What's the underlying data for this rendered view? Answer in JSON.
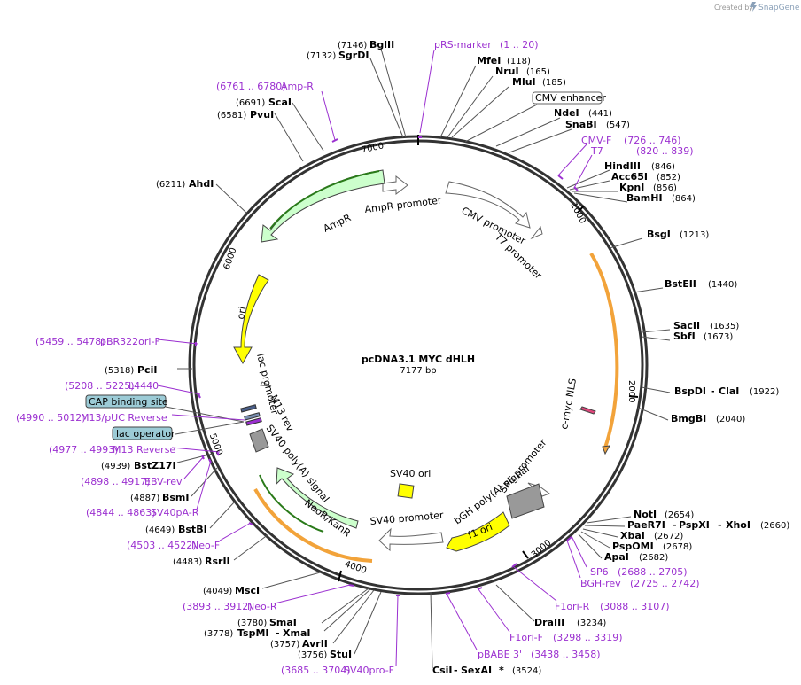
{
  "credit": {
    "created_by": "Created by",
    "brand": "SnapGene"
  },
  "plasmid": {
    "name": "pcDNA3.1 MYC dHLH",
    "size": "7177 bp"
  },
  "colors": {
    "primer": "#9b30d0",
    "ori": "#ffff00",
    "ampr": "#ccffcc",
    "neo": "#ccffcc",
    "orf": "#f2a33a",
    "boxed_feature": "#9ccbd6"
  },
  "sites": {
    "bglII": {
      "pos": "(7146)",
      "name": "BglII"
    },
    "sgrDI": {
      "pos": "(7132)",
      "name": "SgrDI"
    },
    "prs": {
      "name": "pRS-marker",
      "pos": "(1 .. 20)"
    },
    "mfeI": {
      "name": "MfeI",
      "pos": "(118)"
    },
    "nruI": {
      "name": "NruI",
      "pos": "(165)"
    },
    "mluI": {
      "name": "MluI",
      "pos": "(185)"
    },
    "cmv_enh": {
      "name": "CMV enhancer"
    },
    "ndeI": {
      "name": "NdeI",
      "pos": "(441)"
    },
    "snaBI": {
      "name": "SnaBI",
      "pos": "(547)"
    },
    "cmvf": {
      "name": "CMV-F",
      "pos": "(726 .. 746)"
    },
    "t7": {
      "name": "T7",
      "pos": "(820 .. 839)"
    },
    "hindIII": {
      "name": "HindIII",
      "pos": "(846)"
    },
    "acc65I": {
      "name": "Acc65I",
      "pos": "(852)"
    },
    "kpnI": {
      "name": "KpnI",
      "pos": "(856)"
    },
    "bamHI": {
      "name": "BamHI",
      "pos": "(864)"
    },
    "bsgI": {
      "name": "BsgI",
      "pos": "(1213)"
    },
    "bstEII": {
      "name": "BstEII",
      "pos": "(1440)"
    },
    "sacII": {
      "name": "SacII",
      "pos": "(1635)"
    },
    "sbfI": {
      "name": "SbfI",
      "pos": "(1673)"
    },
    "bspDI": {
      "name": "BspDI",
      "name2": "ClaI",
      "pos": "(1922)"
    },
    "bmgBI": {
      "name": "BmgBI",
      "pos": "(2040)"
    },
    "notI": {
      "name": "NotI",
      "pos": "(2654)"
    },
    "paeR7I": {
      "name": "PaeR7I",
      "name2": "PspXI",
      "name3": "XhoI",
      "pos": "(2660)"
    },
    "xbaI": {
      "name": "XbaI",
      "pos": "(2672)"
    },
    "pspOMI": {
      "name": "PspOMI",
      "pos": "(2678)"
    },
    "apaI": {
      "name": "ApaI",
      "pos": "(2682)"
    },
    "sp6": {
      "name": "SP6",
      "pos": "(2688 .. 2705)"
    },
    "bghrev": {
      "name": "BGH-rev",
      "pos": "(2725 .. 2742)"
    },
    "f1orir": {
      "name": "F1ori-R",
      "pos": "(3088 .. 3107)"
    },
    "draIII": {
      "name": "DraIII",
      "pos": "(3234)"
    },
    "f1orif": {
      "name": "F1ori-F",
      "pos": "(3298 .. 3319)"
    },
    "pbabe": {
      "name": "pBABE 3'",
      "pos": "(3438 .. 3458)"
    },
    "csiI": {
      "name": "CsiI",
      "name2": "SexAI",
      "star": "*",
      "pos": "(3524)"
    },
    "sv40pro": {
      "pos": "(3685 .. 3704)",
      "name": "SV40pro-F"
    },
    "stuI": {
      "pos": "(3756)",
      "name": "StuI"
    },
    "avrII": {
      "pos": "(3757)",
      "name": "AvrII"
    },
    "tspMI": {
      "pos": "(3778)",
      "name": "TspMI",
      "name2": "XmaI"
    },
    "smaI": {
      "pos": "(3780)",
      "name": "SmaI"
    },
    "neor": {
      "pos": "(3893 .. 3912)",
      "name": "Neo-R"
    },
    "mscI": {
      "pos": "(4049)",
      "name": "MscI"
    },
    "rsrII": {
      "pos": "(4483)",
      "name": "RsrII"
    },
    "neof": {
      "pos": "(4503 .. 4522)",
      "name": "Neo-F"
    },
    "bstBI": {
      "pos": "(4649)",
      "name": "BstBI"
    },
    "sv40pa": {
      "pos": "(4844 .. 4863)",
      "name": "SV40pA-R"
    },
    "bsmI": {
      "pos": "(4887)",
      "name": "BsmI"
    },
    "ebv": {
      "pos": "(4898 .. 4917)",
      "name": "EBV-rev"
    },
    "bstZ17I": {
      "pos": "(4939)",
      "name": "BstZ17I"
    },
    "m13rev": {
      "pos": "(4977 .. 4993)",
      "name": "M13 Reverse"
    },
    "lacop": {
      "name": "lac operator"
    },
    "m13puc": {
      "pos": "(4990 .. 5012)",
      "name": "M13/pUC Reverse"
    },
    "cap": {
      "name": "CAP binding site"
    },
    "l4440": {
      "pos": "(5208 .. 5225)",
      "name": "L4440"
    },
    "pciI": {
      "pos": "(5318)",
      "name": "PciI"
    },
    "pbr": {
      "pos": "(5459 .. 5478)",
      "name": "pBR322ori-F"
    },
    "ahdI": {
      "pos": "(6211)",
      "name": "AhdI"
    },
    "pvuI": {
      "pos": "(6581)",
      "name": "PvuI"
    },
    "scaI": {
      "pos": "(6691)",
      "name": "ScaI"
    },
    "ampr": {
      "pos": "(6761 .. 6780)",
      "name": "Amp-R"
    }
  },
  "features": {
    "cmv_promoter": "CMV promoter",
    "t7_promoter": "T7 promoter",
    "cmyc_nls": "c-myc NLS",
    "sp6_promoter": "SP6 promoter",
    "bgh": "bGH poly(A) signal",
    "f1ori": "f1 ori",
    "sv40_promoter": "SV40 promoter",
    "sv40_ori": "SV40 ori",
    "neo": "NeoR/KanR",
    "sv40pa_signal": "SV40 poly(A) signal",
    "m13rev": "M13 rev",
    "lac_promoter": "lac promoter",
    "ori": "ori",
    "ampr": "AmpR",
    "ampr_promoter": "AmpR promoter"
  },
  "ticks": {
    "t1000": "1000",
    "t2000": "2000",
    "t3000": "3000",
    "t4000": "4000",
    "t5000": "5000",
    "t6000": "6000",
    "t7000": "7000"
  }
}
